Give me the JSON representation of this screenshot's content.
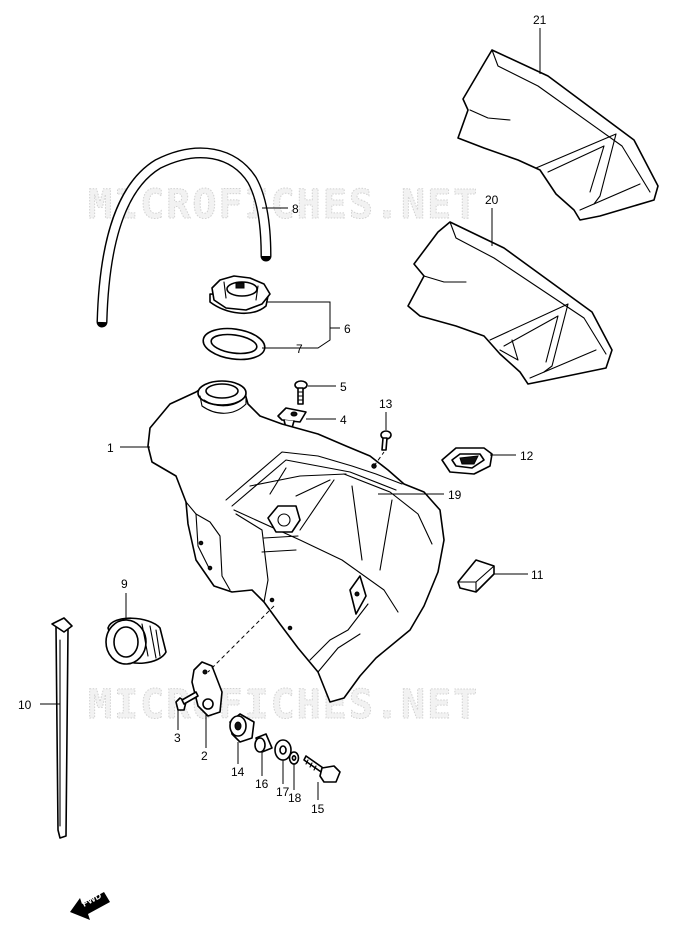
{
  "watermark": {
    "text": "MICROFICHES.NET"
  },
  "direction_badge": "FWD",
  "callouts": {
    "p1": "1",
    "p2": "2",
    "p3": "3",
    "p4": "4",
    "p5": "5",
    "p6": "6",
    "p7": "7",
    "p8": "8",
    "p9": "9",
    "p10": "10",
    "p11": "11",
    "p12": "12",
    "p13": "13",
    "p14": "14",
    "p15": "15",
    "p16": "16",
    "p17": "17",
    "p18": "18",
    "p19": "19",
    "p20": "20",
    "p21": "21"
  }
}
